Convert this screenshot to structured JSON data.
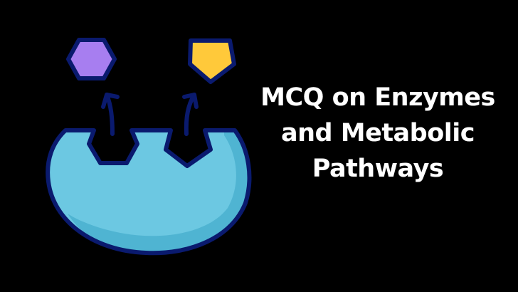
{
  "title": {
    "lines": [
      "MCQ on Enzymes",
      "and Metabolic",
      "Pathways"
    ]
  },
  "illustration": {
    "description": "enzyme releasing substrates",
    "colors": {
      "background": "#000000",
      "outline": "#0a1a6e",
      "enzyme_fill": "#6cc8e2",
      "enzyme_shadow": "#4fb4d2",
      "hexagon_fill": "#a77ef0",
      "pentagon_fill": "#ffc93a"
    }
  }
}
